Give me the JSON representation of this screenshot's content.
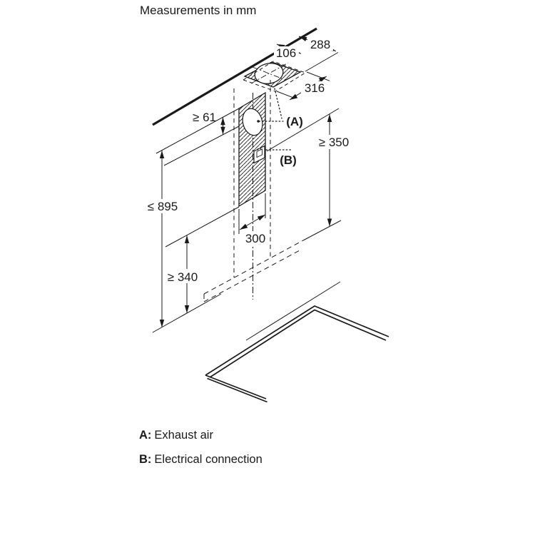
{
  "title": "Measurements in mm",
  "dimensions": {
    "duct_offset_near": "106",
    "duct_depth": "288",
    "duct_width": "316",
    "ceiling_gap": "≥ 61",
    "mount_height": "≥ 350",
    "max_height": "≤ 895",
    "plate_width": "300",
    "hob_clearance": "≥ 340"
  },
  "callouts": {
    "a": "(A)",
    "b": "(B)"
  },
  "legend": [
    {
      "key": "A:",
      "label": "Exhaust air"
    },
    {
      "key": "B:",
      "label": "Electrical connection"
    }
  ],
  "colors": {
    "line": "#1a1a1a",
    "background": "#ffffff"
  }
}
